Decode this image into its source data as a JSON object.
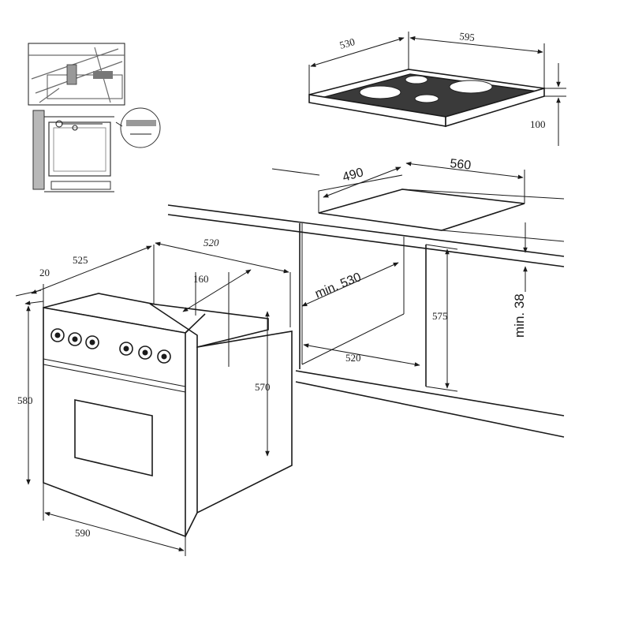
{
  "dimensions": {
    "hob_depth": "530",
    "hob_width": "595",
    "hob_height": "100",
    "hob_cutout_depth": "490",
    "hob_cutout_width": "560",
    "worktop_thickness_min": "min. 38",
    "oven_panel_offset": "20",
    "oven_depth": "525",
    "oven_total_depth": "520",
    "oven_rear_space": "160",
    "niche_depth_min": "min. 530",
    "niche_height": "575",
    "niche_width": "520",
    "oven_front_height": "580",
    "oven_body_height": "570",
    "oven_width": "590"
  },
  "colors": {
    "line": "#1a1a1a",
    "hob_surface": "#3a3a3a",
    "inset_wall": "#b8b8b8"
  }
}
